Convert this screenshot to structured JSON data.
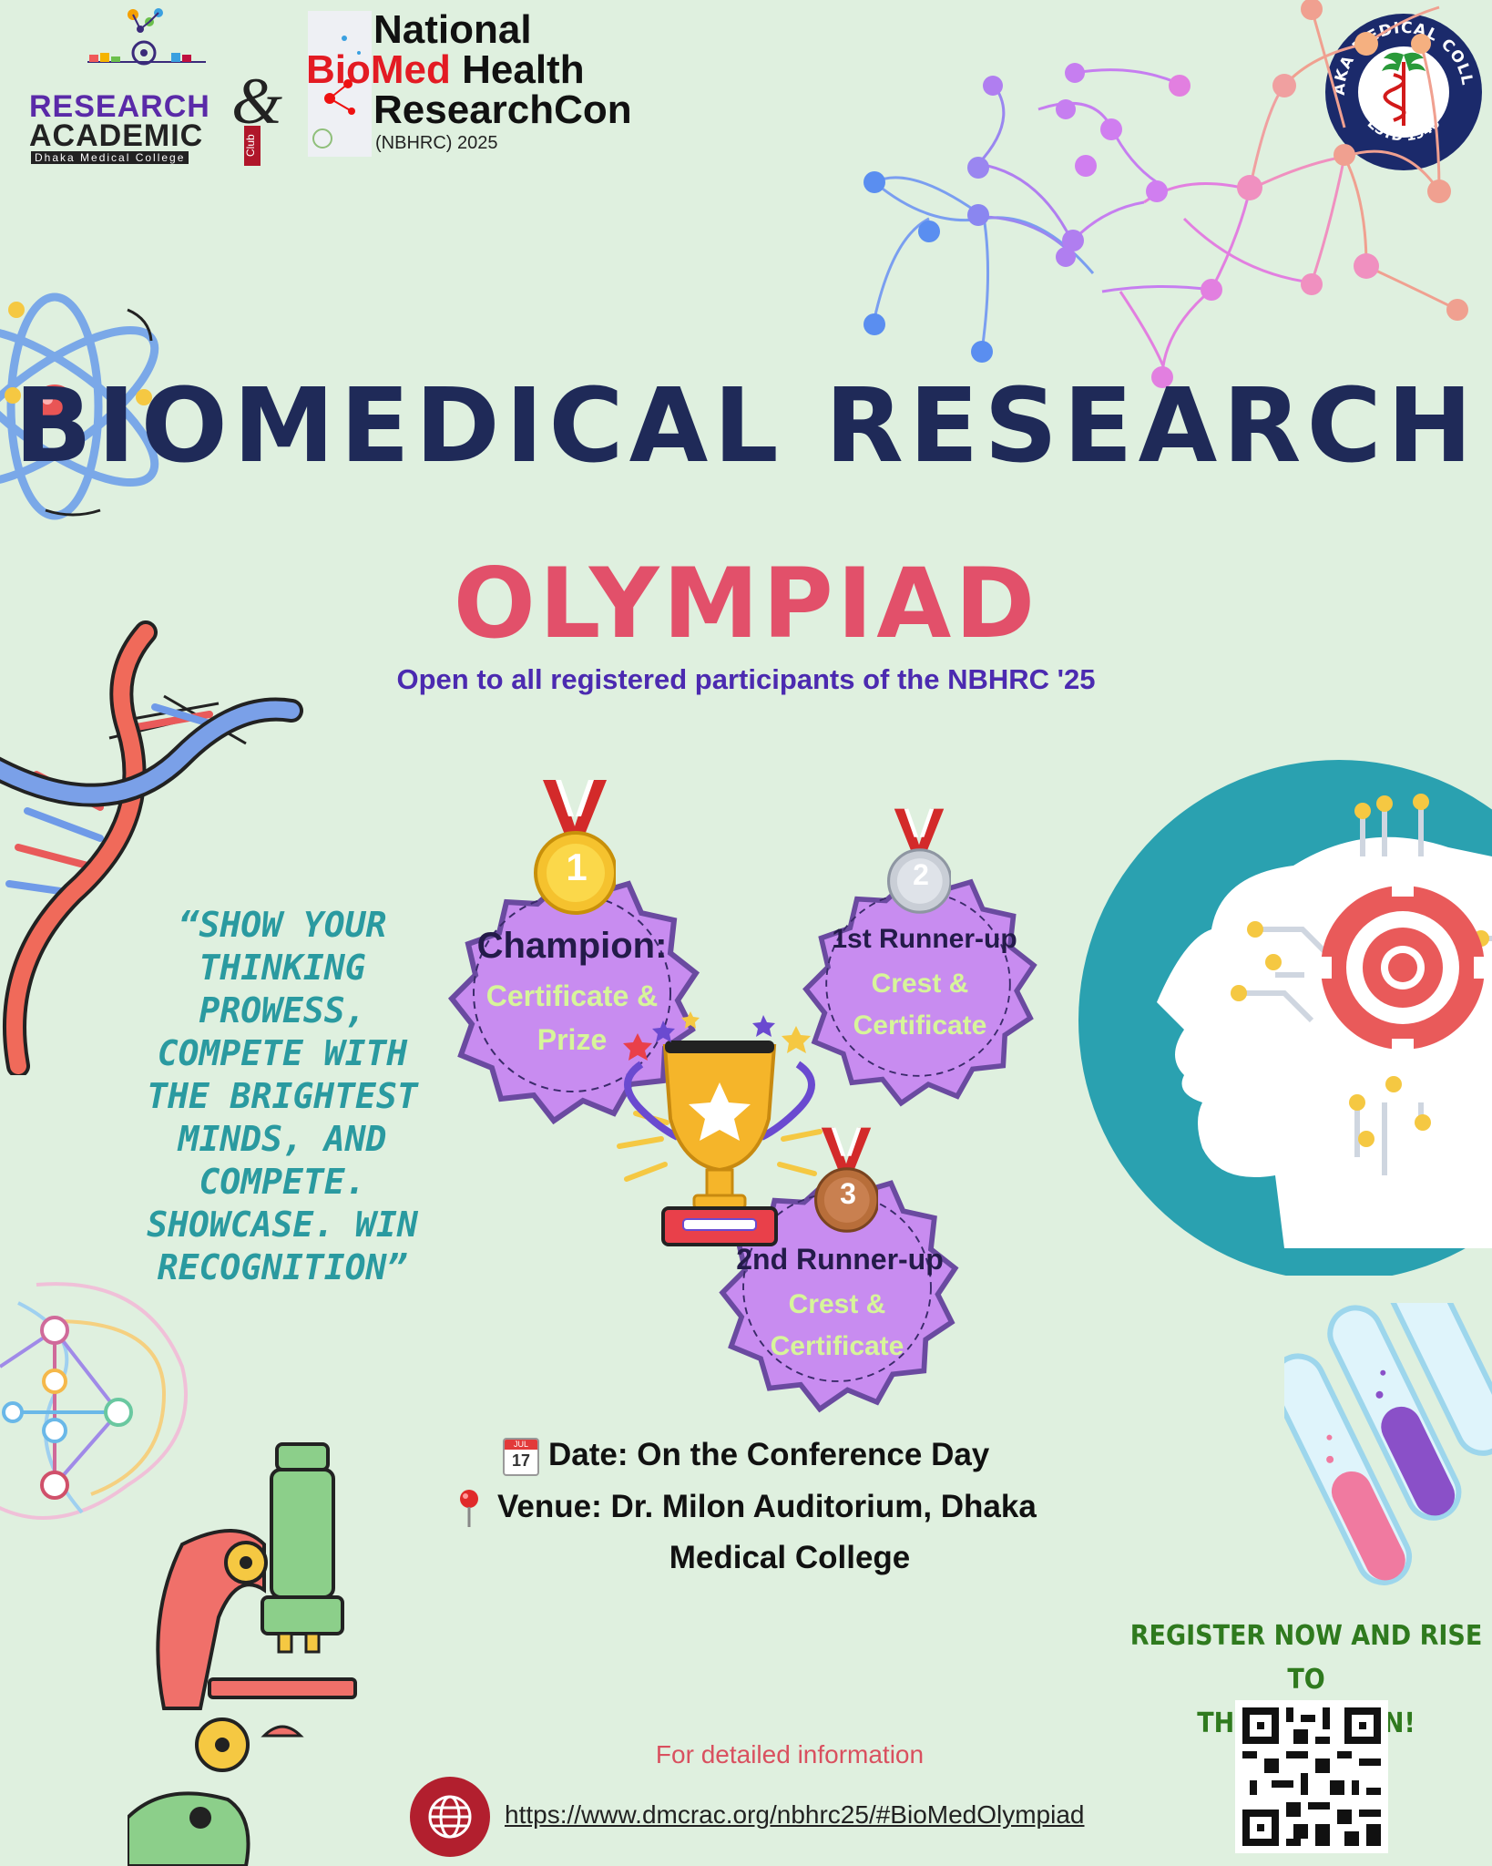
{
  "logos": {
    "club_line1": "RESEARCH",
    "club_line2": "ACADEMIC",
    "club_sub": "Dhaka Medical College",
    "club_amp": "&",
    "club_tag": "Club",
    "conf_line1": "National",
    "conf_bio": "BioMed",
    "conf_health": " Health",
    "conf_line3": "ResearchCon",
    "conf_line4": "(NBHRC) 2025",
    "college_top": "DHAKA MEDICAL COLLEGE",
    "college_bottom": "ESTD 1946"
  },
  "hero": {
    "title": "BIOMEDICAL RESEARCH",
    "subtitle": "OLYMPIAD",
    "tagline": "Open to all registered participants of the NBHRC '25"
  },
  "quote": "“SHOW YOUR THINKING PROWESS, COMPETE WITH THE BRIGHTEST MINDS, AND COMPETE. SHOWCASE. WIN RECOGNITION”",
  "prizes": [
    {
      "rank": "1",
      "title": "Champion:",
      "line1": "Certificate &",
      "line2": "Prize"
    },
    {
      "rank": "2",
      "title": "1st Runner-up",
      "line1": "Crest &",
      "line2": "Certificate"
    },
    {
      "rank": "3",
      "title": "2nd Runner-up",
      "line1": "Crest &",
      "line2": "Certificate"
    }
  ],
  "event": {
    "calendar_month": "JUL",
    "calendar_day": "17",
    "date": "Date: On the Conference Day",
    "venue_line1": "Venue: Dr. Milon Auditorium, Dhaka",
    "venue_line2": "Medical College"
  },
  "cta": {
    "register_line1": "REGISTER NOW AND RISE TO",
    "register_line2": "THE OCCASION!",
    "detail_label": "For detailed information",
    "url": "https://www.dmcrac.org/nbhrc25/#BioMedOlympiad"
  },
  "colors": {
    "background": "#dff0df",
    "title": "#1f2a58",
    "olympiad": "#e2506a",
    "badge": "#c88cf0"
  }
}
